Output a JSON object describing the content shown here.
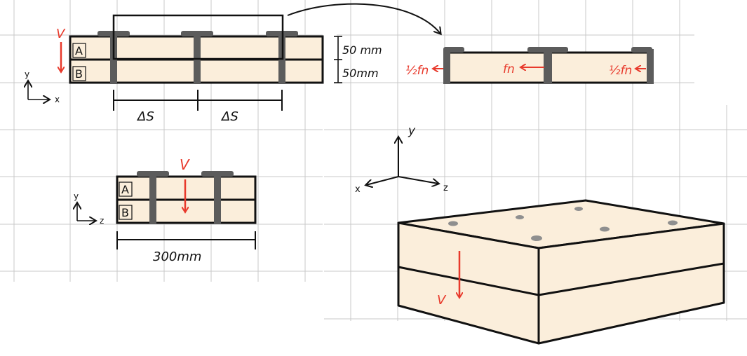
{
  "colors": {
    "wood": "#fbeedb",
    "nail": "#5c5c5c",
    "annotation_red": "#e8392b",
    "ink": "#111111",
    "grid": "#c9c9c9",
    "dot": "#8f8f8f"
  },
  "side_view": {
    "layer_a": "A",
    "layer_b": "B",
    "force": "V",
    "axis_y": "y",
    "axis_x": "x",
    "dim_top": "50 mm",
    "dim_bottom": "50mm",
    "spacing_left": "ΔS",
    "spacing_right": "ΔS"
  },
  "free_body": {
    "force_left": "½fn",
    "force_mid": "fn",
    "force_right": "½fn"
  },
  "end_view": {
    "layer_a": "A",
    "layer_b": "B",
    "force": "V",
    "axis_y": "y",
    "axis_z": "z",
    "width": "300mm"
  },
  "iso_view": {
    "axis_y": "y",
    "axis_x": "x",
    "axis_z": "z",
    "force": "V"
  }
}
